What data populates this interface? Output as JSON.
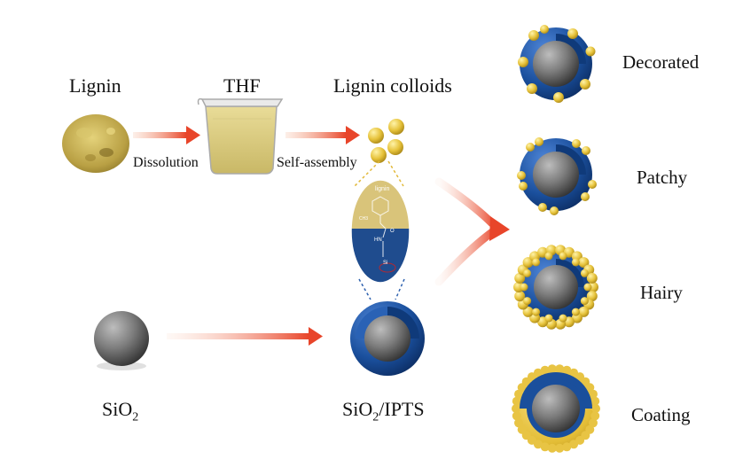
{
  "labels": {
    "lignin": "Lignin",
    "thf": "THF",
    "lignin_colloids": "Lignin colloids",
    "dissolution": "Dissolution",
    "self_assembly": "Self-assembly",
    "sio2_base": "SiO",
    "sio2_sub": "2",
    "sio2_ipts_base": "SiO",
    "sio2_ipts_sub": "2",
    "sio2_ipts_suffix": "/IPTS"
  },
  "zoom_inset": {
    "top_label": "lignin",
    "atom_o": "O",
    "atom_hn": "HN",
    "atom_si": "Si",
    "atom_ch3": "CH3"
  },
  "morphologies": [
    {
      "name": "Decorated"
    },
    {
      "name": "Patchy"
    },
    {
      "name": "Hairy"
    },
    {
      "name": "Coating"
    }
  ],
  "colors": {
    "arrow": "#e8502a",
    "shell_blue": "#1a4f9c",
    "core_gray": "#7a7a7a",
    "lignin_yellow": "#e6c23a",
    "inset_yellow": "#d8c472",
    "inset_blue": "#1f4c8e"
  }
}
